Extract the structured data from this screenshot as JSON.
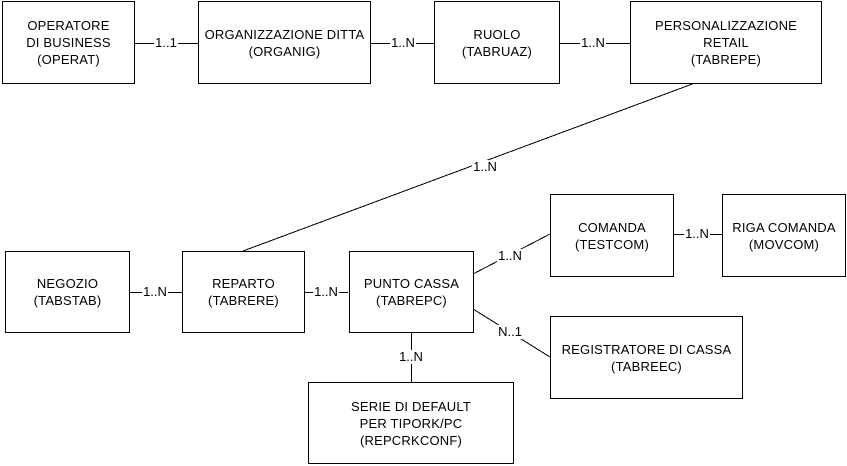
{
  "entities": {
    "operatore": {
      "lines": [
        "OPERATORE",
        "DI BUSINESS",
        "(OPERAT)"
      ]
    },
    "organizzazione": {
      "lines": [
        "ORGANIZZAZIONE DITTA",
        "(ORGANIG)"
      ]
    },
    "ruolo": {
      "lines": [
        "RUOLO",
        "(TABRUAZ)"
      ]
    },
    "personalizzazione": {
      "lines": [
        "PERSONALIZZAZIONE",
        "RETAIL",
        "(TABREPE)"
      ]
    },
    "negozio": {
      "lines": [
        "NEGOZIO",
        "(TABSTAB)"
      ]
    },
    "reparto": {
      "lines": [
        "REPARTO",
        "(TABRERE)"
      ]
    },
    "punto_cassa": {
      "lines": [
        "PUNTO CASSA",
        "(TABREPC)"
      ]
    },
    "comanda": {
      "lines": [
        "COMANDA",
        "(TESTCOM)"
      ]
    },
    "riga_comanda": {
      "lines": [
        "RIGA COMANDA",
        "(MOVCOM)"
      ]
    },
    "registratore": {
      "lines": [
        "REGISTRATORE DI CASSA",
        "(TABREEC)"
      ]
    },
    "serie_default": {
      "lines": [
        "SERIE DI DEFAULT",
        "PER TIPORK/PC",
        "(REPCRKCONF)"
      ]
    }
  },
  "relations": {
    "operatore_organizzazione": "1..1",
    "organizzazione_ruolo": "1..N",
    "ruolo_personalizzazione": "1..N",
    "personalizzazione_reparto": "1..N",
    "negozio_reparto": "1..N",
    "reparto_punto_cassa": "1..N",
    "punto_cassa_comanda": "1..N",
    "comanda_riga_comanda": "1..N",
    "punto_cassa_registratore": "N..1",
    "punto_cassa_serie_default": "1..N"
  }
}
